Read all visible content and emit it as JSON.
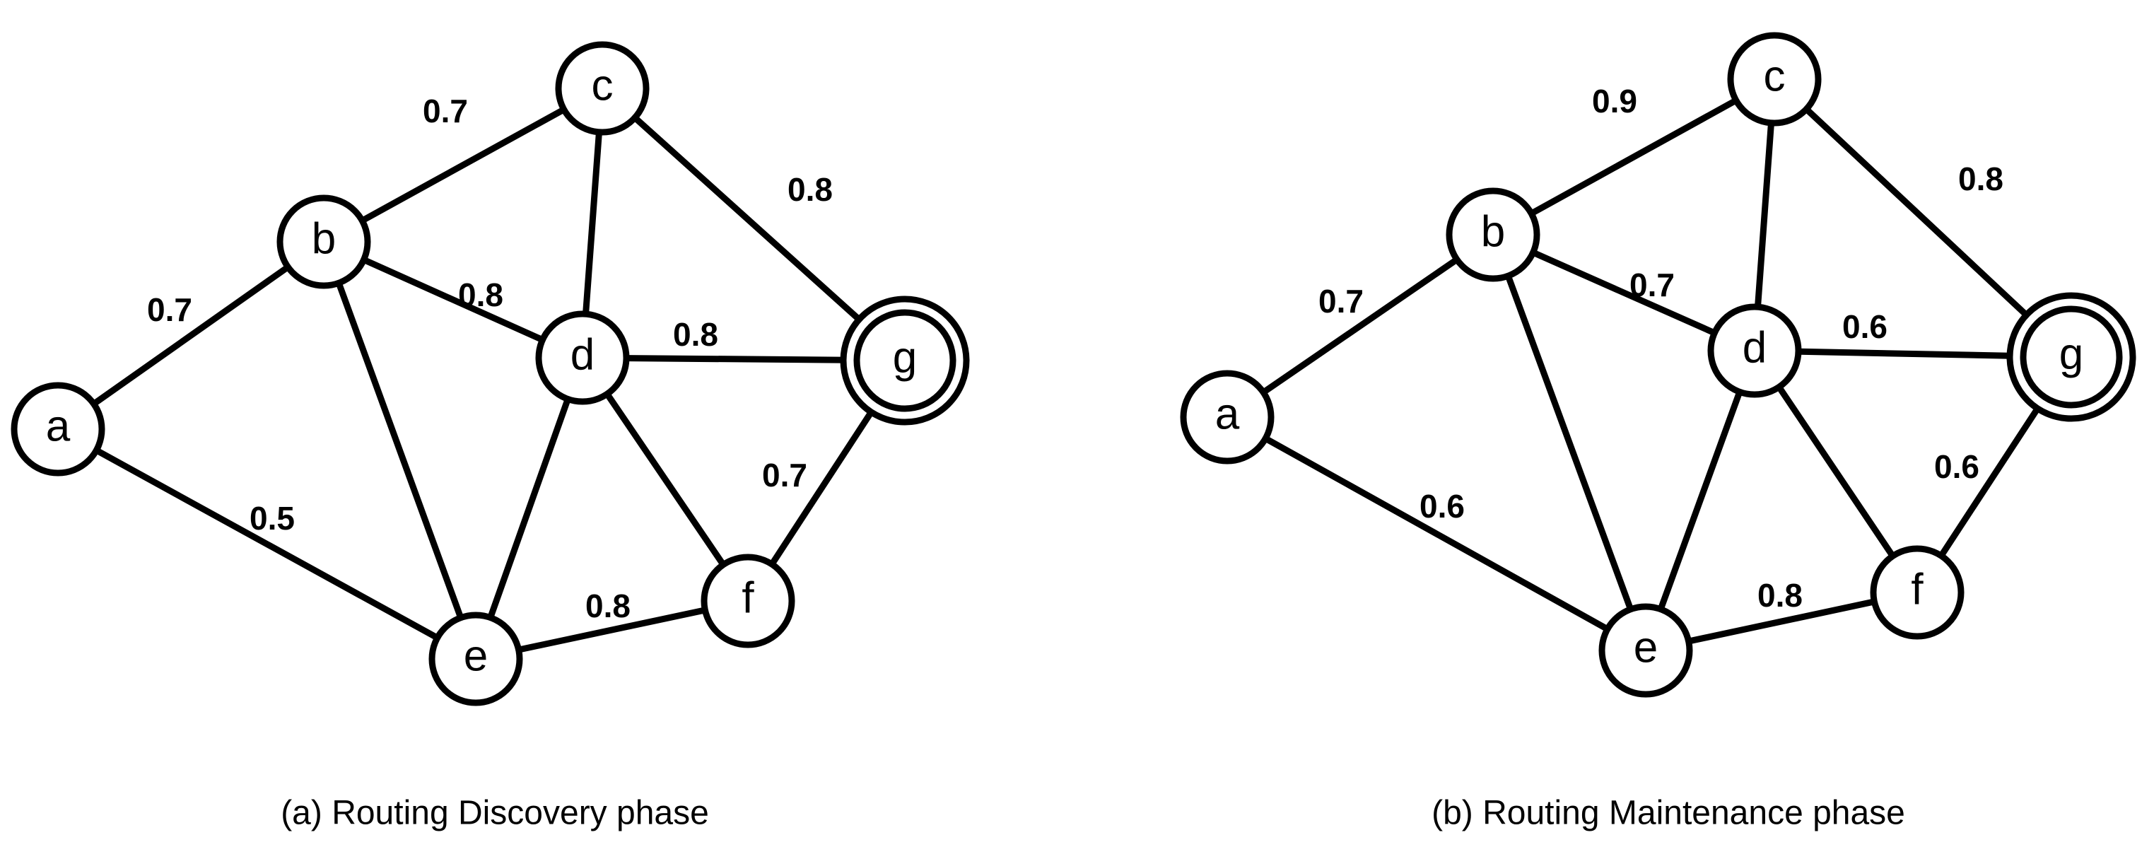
{
  "colors": {
    "stroke": "#000000",
    "node_fill": "#ffffff",
    "text": "#000000"
  },
  "diagrams": [
    {
      "id": "discovery",
      "caption": "(a) Routing Discovery phase",
      "goal_node": "g",
      "nodes": [
        {
          "id": "a",
          "label": "a"
        },
        {
          "id": "b",
          "label": "b"
        },
        {
          "id": "c",
          "label": "c"
        },
        {
          "id": "d",
          "label": "d"
        },
        {
          "id": "e",
          "label": "e"
        },
        {
          "id": "f",
          "label": "f"
        },
        {
          "id": "g",
          "label": "g"
        }
      ],
      "edges": [
        {
          "from": "a",
          "to": "b",
          "weight": "0.7"
        },
        {
          "from": "a",
          "to": "e",
          "weight": "0.5"
        },
        {
          "from": "b",
          "to": "c",
          "weight": "0.7"
        },
        {
          "from": "b",
          "to": "d",
          "weight": "0.8"
        },
        {
          "from": "b",
          "to": "e",
          "weight": ""
        },
        {
          "from": "c",
          "to": "d",
          "weight": ""
        },
        {
          "from": "c",
          "to": "g",
          "weight": "0.8"
        },
        {
          "from": "d",
          "to": "g",
          "weight": "0.8"
        },
        {
          "from": "d",
          "to": "e",
          "weight": ""
        },
        {
          "from": "d",
          "to": "f",
          "weight": ""
        },
        {
          "from": "e",
          "to": "f",
          "weight": "0.8"
        },
        {
          "from": "f",
          "to": "g",
          "weight": "0.7"
        }
      ]
    },
    {
      "id": "maintenance",
      "caption": "(b) Routing Maintenance phase",
      "goal_node": "g",
      "nodes": [
        {
          "id": "a",
          "label": "a"
        },
        {
          "id": "b",
          "label": "b"
        },
        {
          "id": "c",
          "label": "c"
        },
        {
          "id": "d",
          "label": "d"
        },
        {
          "id": "e",
          "label": "e"
        },
        {
          "id": "f",
          "label": "f"
        },
        {
          "id": "g",
          "label": "g"
        }
      ],
      "edges": [
        {
          "from": "a",
          "to": "b",
          "weight": "0.7"
        },
        {
          "from": "a",
          "to": "e",
          "weight": "0.6"
        },
        {
          "from": "b",
          "to": "c",
          "weight": "0.9"
        },
        {
          "from": "b",
          "to": "d",
          "weight": "0.7"
        },
        {
          "from": "b",
          "to": "e",
          "weight": ""
        },
        {
          "from": "c",
          "to": "d",
          "weight": ""
        },
        {
          "from": "c",
          "to": "g",
          "weight": "0.8"
        },
        {
          "from": "d",
          "to": "g",
          "weight": "0.6"
        },
        {
          "from": "d",
          "to": "e",
          "weight": ""
        },
        {
          "from": "d",
          "to": "f",
          "weight": ""
        },
        {
          "from": "e",
          "to": "f",
          "weight": "0.8"
        },
        {
          "from": "f",
          "to": "g",
          "weight": "0.6"
        }
      ]
    }
  ]
}
